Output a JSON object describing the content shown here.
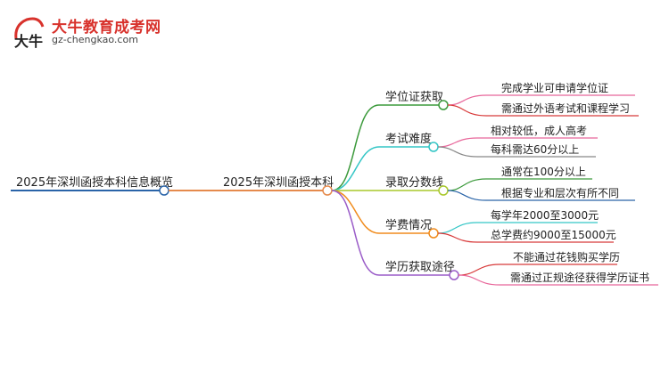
{
  "logo": {
    "title": "大牛教育成考网",
    "url": "gz-chengkao.com",
    "mark_text": "大牛"
  },
  "colors": {
    "root": "#2a64a8",
    "center": "#e58a4c",
    "b1": "#3c9a3c",
    "b2": "#34c6c6",
    "b3": "#a9c82c",
    "b4": "#f08c1e",
    "b5": "#9a5cc8",
    "l_pink": "#e8669a",
    "l_green": "#3c9a3c",
    "l_teal": "#34c6c6",
    "l_red": "#d83a3a",
    "l_gray": "#888888",
    "l_blue": "#2a64a8",
    "l_purple": "#9a5cc8"
  },
  "root": {
    "label": "2025年深圳函授本科信息概览"
  },
  "center": {
    "label": "2025年深圳函授本科"
  },
  "branches": [
    {
      "label": "学位证获取",
      "children": [
        "完成学业可申请学位证",
        "需通过外语考试和课程学习"
      ]
    },
    {
      "label": "考试难度",
      "children": [
        "相对较低，成人高考",
        "每科需达60分以上"
      ]
    },
    {
      "label": "录取分数线",
      "children": [
        "通常在100分以上",
        "根据专业和层次有所不同"
      ]
    },
    {
      "label": "学费情况",
      "children": [
        "每学年2000至3000元",
        "总学费约9000至15000元"
      ]
    },
    {
      "label": "学历获取途径",
      "children": [
        "不能通过花钱购买学历",
        "需通过正规途径获得学历证书"
      ]
    }
  ]
}
